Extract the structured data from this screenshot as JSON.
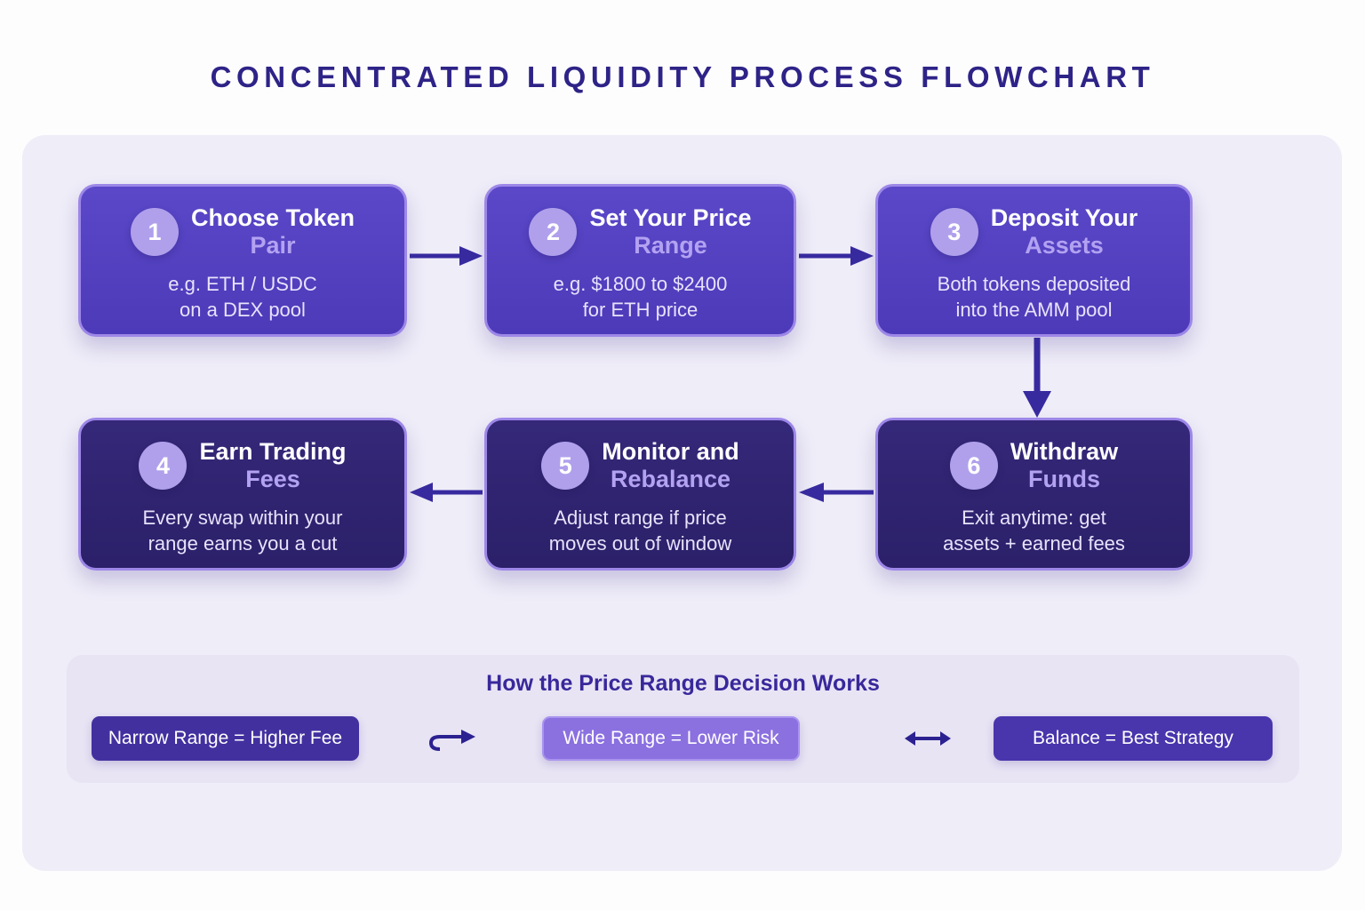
{
  "title": "CONCENTRATED LIQUIDITY PROCESS FLOWCHART",
  "colors": {
    "title_text": "#2e2387",
    "container_bg": "#efedf8",
    "step_box_row1": "#5340c1",
    "step_box_row2": "#2f2473",
    "step_box_border": "#9d87e8",
    "step_circle": "#b0a0ec",
    "step_title_line2": "#b3a2f1",
    "step_body_text": "#e8e2fb",
    "arrow": "#372a9f",
    "panel_bg": "#e8e4f4",
    "panel_title": "#38289b",
    "pill_narrow_bg": "#43309f",
    "pill_wide_bg": "#8b70e0",
    "pill_balance_bg": "#4935ac"
  },
  "steps": [
    {
      "number": "1",
      "title_line1": "Choose Token",
      "title_line2": "Pair",
      "body_line1": "e.g. ETH / USDC",
      "body_line2": "on a DEX pool"
    },
    {
      "number": "2",
      "title_line1": "Set Your Price",
      "title_line2": "Range",
      "body_line1": "e.g. $1800 to $2400",
      "body_line2": "for ETH price"
    },
    {
      "number": "3",
      "title_line1": "Deposit Your",
      "title_line2": "Assets",
      "body_line1": "Both tokens deposited",
      "body_line2": "into the AMM pool"
    },
    {
      "number": "4",
      "title_line1": "Earn Trading",
      "title_line2": "Fees",
      "body_line1": "Every swap within your",
      "body_line2": "range earns you a cut"
    },
    {
      "number": "5",
      "title_line1": "Monitor and",
      "title_line2": "Rebalance",
      "body_line1": "Adjust range if price",
      "body_line2": "moves out of window"
    },
    {
      "number": "6",
      "title_line1": "Withdraw",
      "title_line2": "Funds",
      "body_line1": "Exit anytime: get",
      "body_line2": "assets + earned fees"
    }
  ],
  "decision_panel": {
    "title": "How the Price Range Decision Works",
    "pills": [
      {
        "label": "Narrow Range = Higher Fee"
      },
      {
        "label": "Wide Range = Lower Risk"
      },
      {
        "label": "Balance = Best Strategy"
      }
    ]
  }
}
